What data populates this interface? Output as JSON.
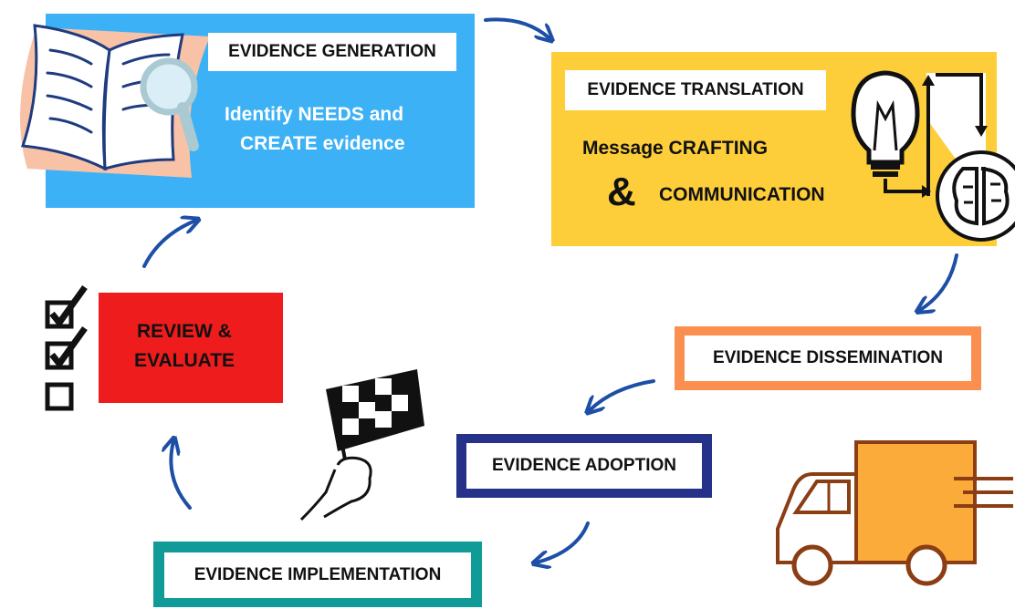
{
  "stages": {
    "generation": {
      "title": "EVIDENCE GENERATION",
      "line1": "Identify NEEDS  and",
      "line2": "CREATE evidence",
      "color": "#3db1f5"
    },
    "translation": {
      "title": "EVIDENCE TRANSLATION",
      "line1": "Message CRAFTING",
      "ampersand": "&",
      "line2": "COMMUNICATION",
      "color": "#fdce3a"
    },
    "dissemination": {
      "title": "EVIDENCE DISSEMINATION",
      "color": "#fb8f4f"
    },
    "adoption": {
      "title": "EVIDENCE ADOPTION",
      "color": "#26318a"
    },
    "implementation": {
      "title": "EVIDENCE IMPLEMENTATION",
      "color": "#109a98"
    },
    "review": {
      "line1": "REVIEW &",
      "line2": "EVALUATE",
      "color": "#ee1c1c"
    }
  },
  "icons": {
    "generation": "open-book-magnifier-icon",
    "translation": "lightbulb-brain-icon",
    "dissemination": "delivery-truck-icon",
    "adoption": "checkered-flag-icon",
    "review": "checklist-icon"
  },
  "arrow_color": "#1d4fa6"
}
